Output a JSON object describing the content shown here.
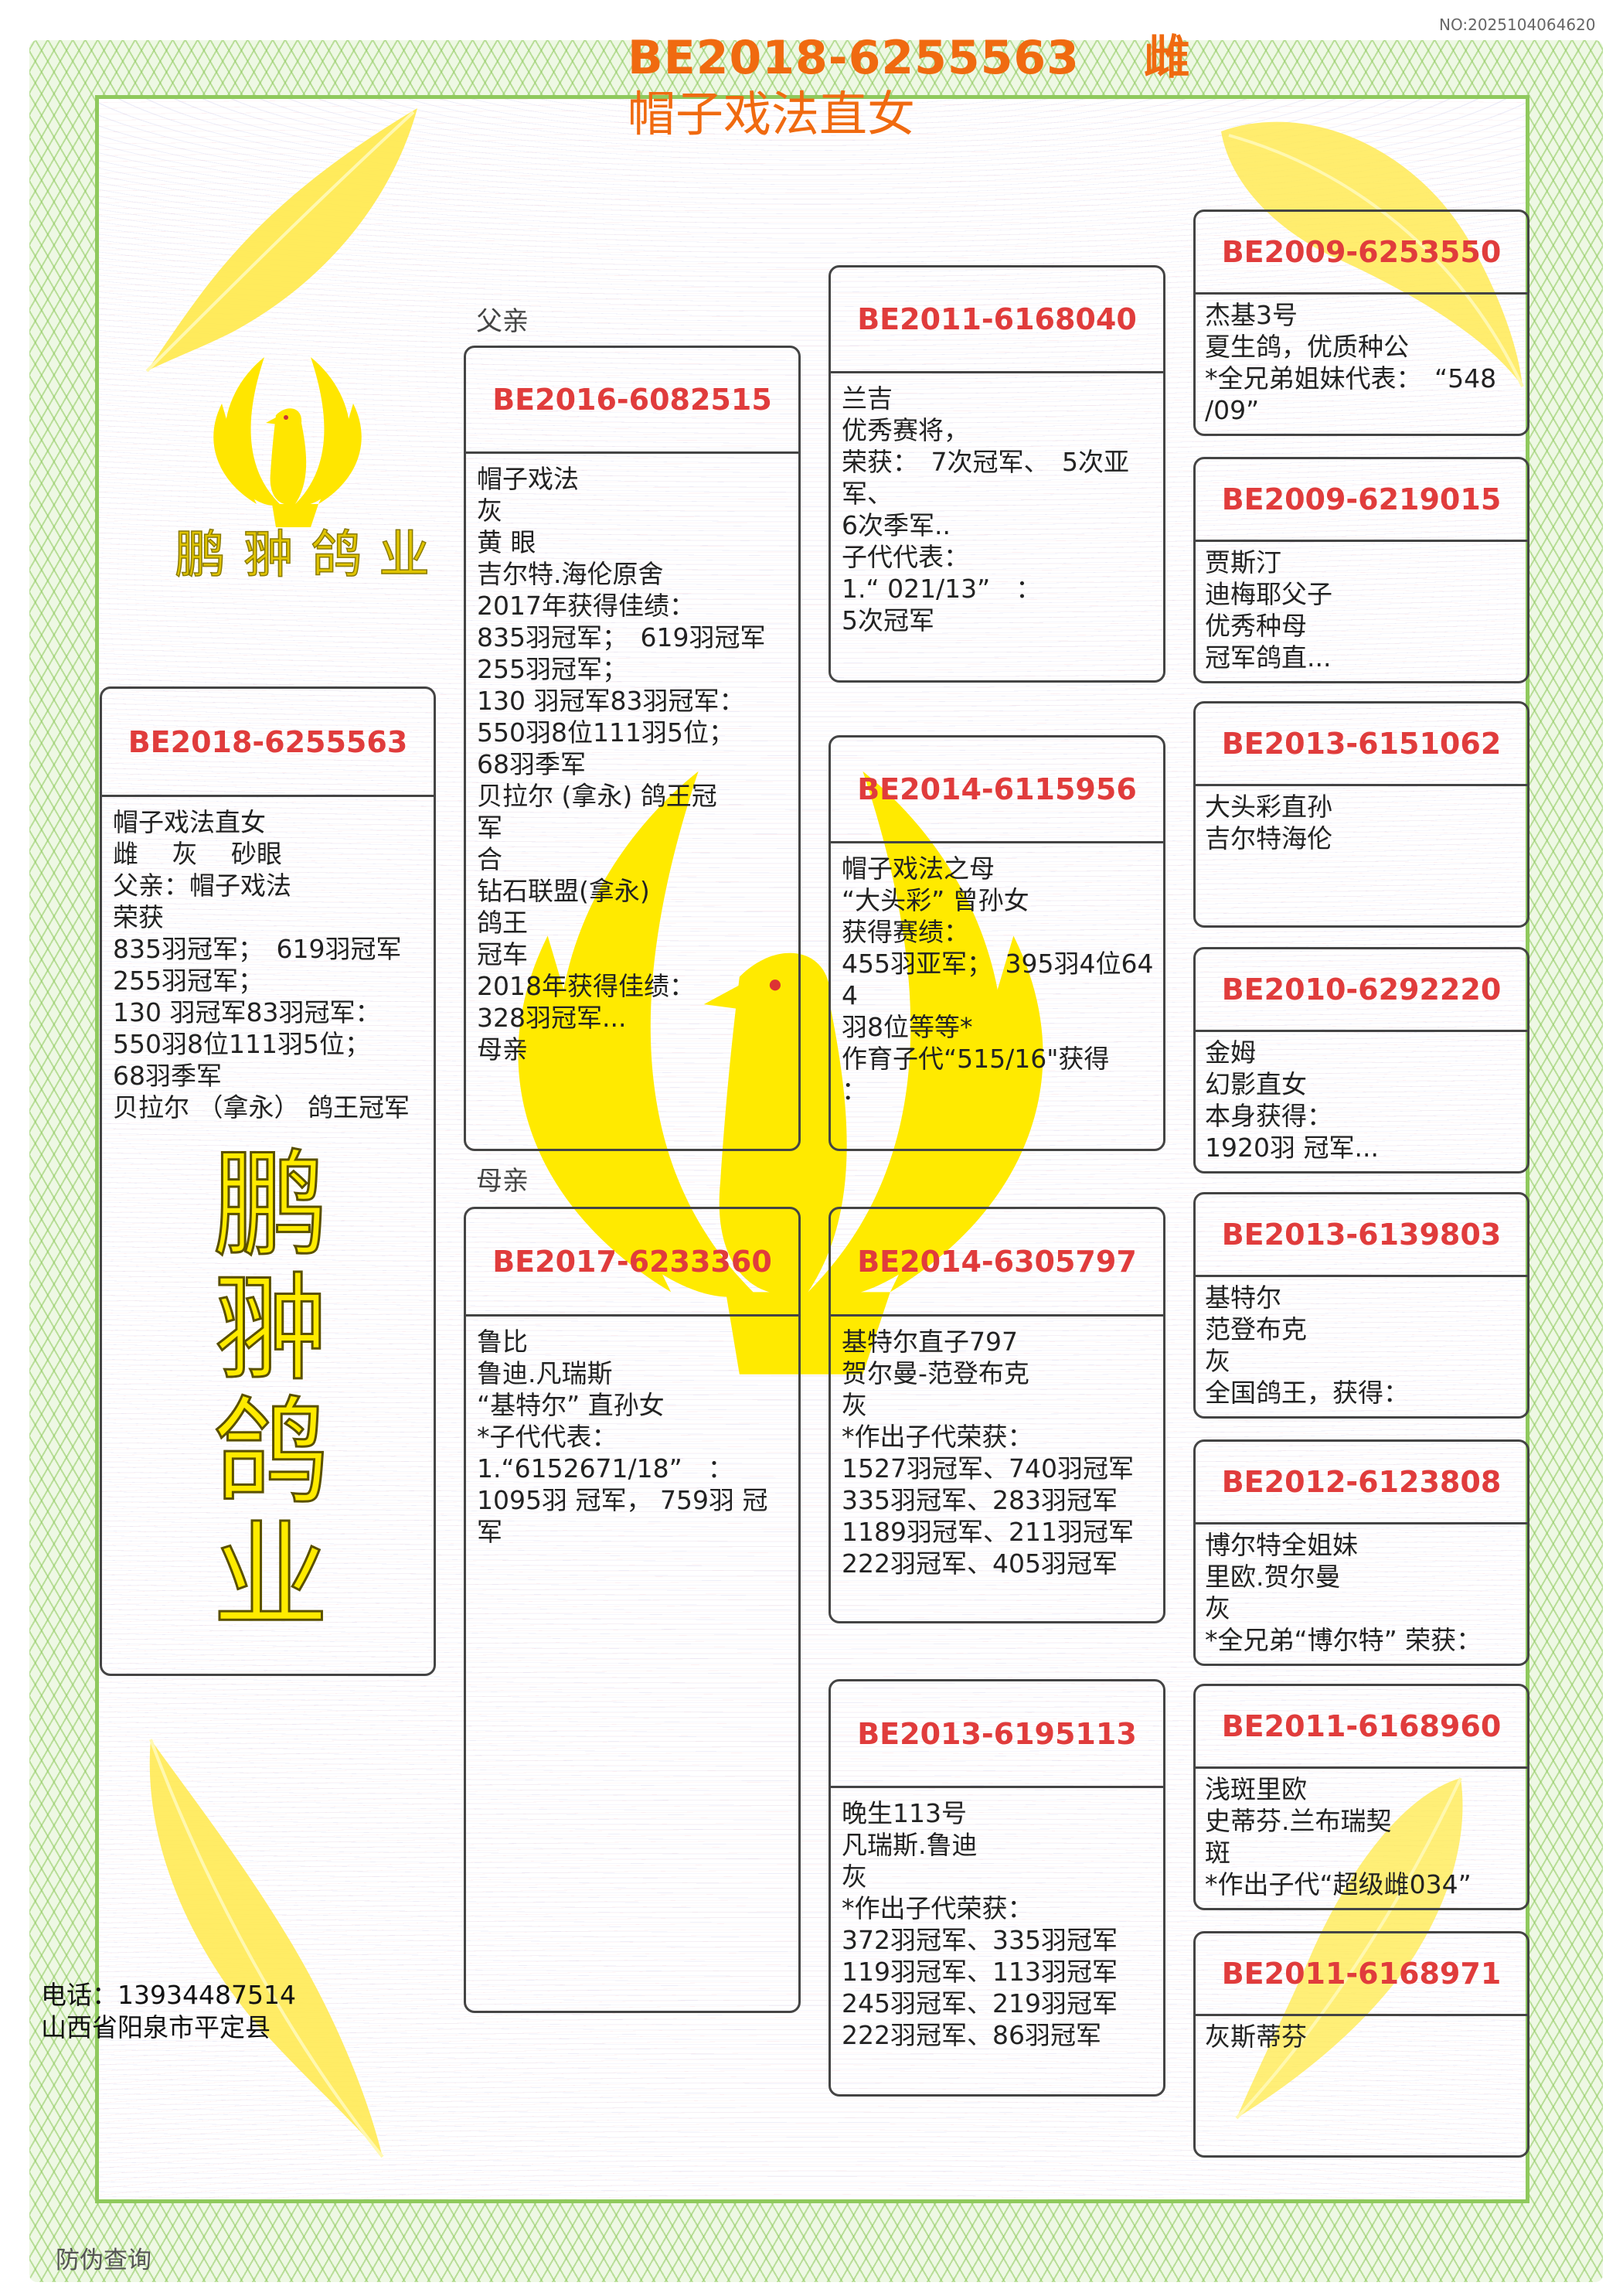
{
  "cert_no": "NO:2025104064620",
  "title": {
    "ring": "BE2018-6255563",
    "sex": "雌",
    "name": "帽子戏法直女"
  },
  "brand": {
    "logo_text": "鹏翀鸽业",
    "watermark_text": "鹏翀鸽业"
  },
  "labels": {
    "father": "父亲",
    "mother": "母亲"
  },
  "colors": {
    "title": "#f06a10",
    "ring": "#e03c3c",
    "frame": "#8fc95d",
    "logo": "#ffe600"
  },
  "pedigree": {
    "subject": {
      "ring": "BE2018-6255563",
      "lines": [
        "帽子戏法直女",
        "雌　 灰　 砂眼",
        "父亲：帽子戏法",
        "荣获",
        "835羽冠军；　619羽冠军",
        "255羽冠军；",
        "130 羽冠军83羽冠军：",
        "550羽8位111羽5位；",
        "68羽季军",
        "贝拉尔 （拿永） 鸽王冠军"
      ]
    },
    "sire": {
      "ring": "BE2016-6082515",
      "lines": [
        "帽子戏法",
        "灰",
        "黄 眼",
        "吉尔特.海伦原舍",
        "2017年获得佳绩：",
        "835羽冠军；　619羽冠军",
        "255羽冠军；",
        "130 羽冠军83羽冠军：",
        "550羽8位111羽5位；",
        "68羽季军",
        "贝拉尔 (拿永) 鸽王冠",
        "军",
        "合",
        "钻石联盟(拿永)",
        "鸽王",
        "冠车",
        "2018年获得佳绩：",
        "328羽冠军...",
        "母亲"
      ]
    },
    "dam": {
      "ring": "BE2017-6233360",
      "lines": [
        "鲁比",
        "鲁迪.凡瑞斯",
        "“基特尔” 直孙女",
        "*子代代表：",
        "1.“6152671/18”　：",
        "1095羽 冠军， 759羽 冠",
        "军"
      ]
    },
    "sire_sire": {
      "ring": "BE2011-6168040",
      "lines": [
        "兰吉",
        "优秀赛将，",
        "荣获：　7次冠军、　5次亚",
        "军、",
        "6次季军..",
        "子代代表：",
        "1.“ 021/13”　：",
        "5次冠军"
      ]
    },
    "sire_dam": {
      "ring": "BE2014-6115956",
      "lines": [
        "帽子戏法之母",
        "“大头彩” 曾孙女",
        "获得赛绩：",
        "455羽亚军；　395羽4位64",
        "4",
        "羽8位等等*",
        "作育子代“515/16\"获得",
        "："
      ]
    },
    "dam_sire": {
      "ring": "BE2014-6305797",
      "lines": [
        "基特尔直子797",
        "贺尔曼-范登布克",
        "灰",
        "*作出子代荣获：",
        "1527羽冠军、740羽冠军",
        "335羽冠军、283羽冠军",
        "1189羽冠军、211羽冠军",
        "222羽冠军、405羽冠军"
      ]
    },
    "dam_dam": {
      "ring": "BE2013-6195113",
      "lines": [
        "晚生113号",
        "凡瑞斯.鲁迪",
        "灰",
        "*作出子代荣获：",
        "372羽冠军、335羽冠军",
        "119羽冠军、113羽冠军",
        "245羽冠军、219羽冠军",
        "222羽冠军、86羽冠军"
      ]
    },
    "great_grandparents": [
      {
        "ring": "BE2009-6253550",
        "lines": [
          "杰基3号",
          "夏生鸽，优质种公",
          "*全兄弟姐妹代表：　“548",
          "/09”"
        ]
      },
      {
        "ring": "BE2009-6219015",
        "lines": [
          "贾斯汀",
          "迪梅耶父子",
          "优秀种母",
          "冠军鸽直..."
        ]
      },
      {
        "ring": "BE2013-6151062",
        "lines": [
          "大头彩直孙",
          "吉尔特海伦"
        ]
      },
      {
        "ring": "BE2010-6292220",
        "lines": [
          "金姆",
          "幻影直女",
          "本身获得：",
          "1920羽 冠军..."
        ]
      },
      {
        "ring": "BE2013-6139803",
        "lines": [
          "基特尔",
          "范登布克",
          "灰",
          "全国鸽王，获得："
        ]
      },
      {
        "ring": "BE2012-6123808",
        "lines": [
          "博尔特全姐妹",
          "里欧.贺尔曼",
          "灰",
          "*全兄弟“博尔特” 荣获："
        ]
      },
      {
        "ring": "BE2011-6168960",
        "lines": [
          "浅斑里欧",
          "史蒂芬.兰布瑞契",
          "斑",
          "*作出子代“超级雌034”"
        ]
      },
      {
        "ring": "BE2011-6168971",
        "lines": [
          "灰斯蒂芬"
        ]
      }
    ]
  },
  "contact": {
    "phone_label": "电话：",
    "phone": "13934487514",
    "address": "山西省阳泉市平定县"
  },
  "footer": {
    "verify": "防伪查询"
  }
}
